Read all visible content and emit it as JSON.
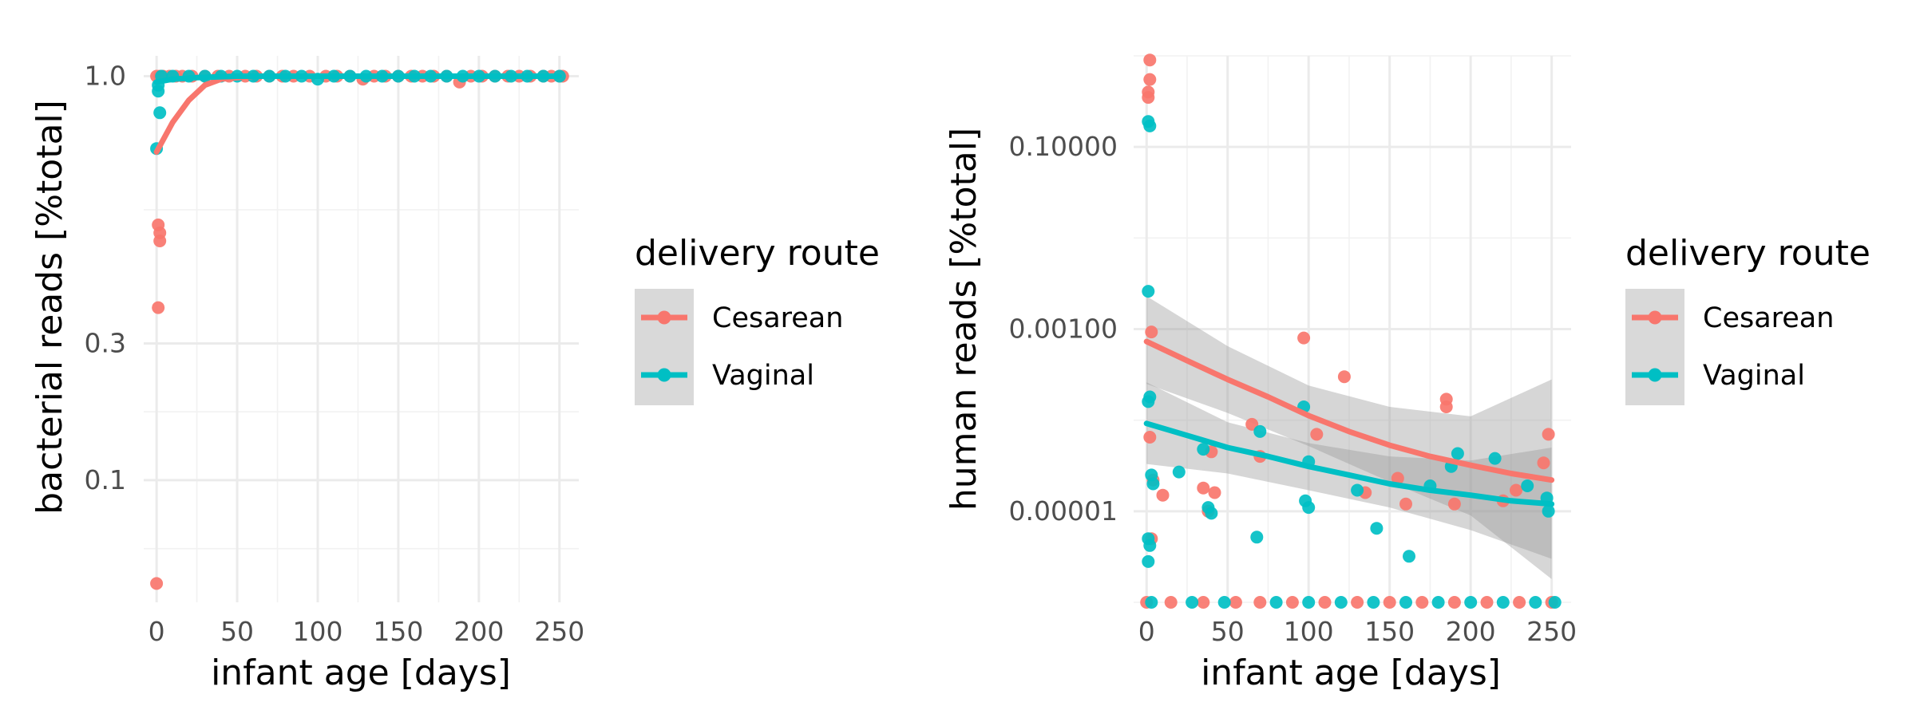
{
  "chart_data": [
    {
      "type": "scatter",
      "title": "",
      "xlabel": "infant age [days]",
      "ylabel": "bacterial reads [%total]",
      "xlim": [
        -8,
        262
      ],
      "xticks": [
        0,
        50,
        100,
        150,
        200,
        250
      ],
      "yscale": "sqrt",
      "ylim": [
        0.012,
        1.07
      ],
      "yticks": [
        0.1,
        0.3,
        1.0
      ],
      "ytick_labels": [
        "0.1",
        "0.3",
        "1.0"
      ],
      "grid": true,
      "legend": {
        "title": "delivery route",
        "position": "right",
        "entries": [
          "Cesarean",
          "Vaginal"
        ]
      },
      "series": [
        {
          "name": "Cesarean",
          "color": "#F8766D",
          "points": [
            [
              0,
              0.02
            ],
            [
              1,
              0.56
            ],
            [
              2,
              0.54
            ],
            [
              2,
              0.52
            ],
            [
              1,
              0.37
            ],
            [
              0,
              1.0
            ],
            [
              2,
              1.0
            ],
            [
              4,
              1.0
            ],
            [
              8,
              1.0
            ],
            [
              12,
              1.0
            ],
            [
              16,
              1.0
            ],
            [
              22,
              1.0
            ],
            [
              30,
              1.0
            ],
            [
              38,
              1.0
            ],
            [
              45,
              1.0
            ],
            [
              55,
              1.0
            ],
            [
              62,
              1.0
            ],
            [
              70,
              1.0
            ],
            [
              78,
              1.0
            ],
            [
              85,
              1.0
            ],
            [
              95,
              1.0
            ],
            [
              105,
              1.0
            ],
            [
              112,
              1.0
            ],
            [
              120,
              1.0
            ],
            [
              128,
              0.99
            ],
            [
              135,
              1.0
            ],
            [
              142,
              1.0
            ],
            [
              150,
              1.0
            ],
            [
              158,
              1.0
            ],
            [
              165,
              1.0
            ],
            [
              172,
              1.0
            ],
            [
              180,
              1.0
            ],
            [
              188,
              0.98
            ],
            [
              195,
              1.0
            ],
            [
              202,
              1.0
            ],
            [
              210,
              1.0
            ],
            [
              218,
              1.0
            ],
            [
              225,
              1.0
            ],
            [
              232,
              1.0
            ],
            [
              240,
              1.0
            ],
            [
              245,
              1.0
            ],
            [
              250,
              1.0
            ],
            [
              252,
              1.0
            ]
          ],
          "trend": [
            [
              0,
              0.76
            ],
            [
              10,
              0.85
            ],
            [
              20,
              0.92
            ],
            [
              30,
              0.97
            ],
            [
              40,
              0.99
            ],
            [
              60,
              1.0
            ],
            [
              100,
              1.0
            ],
            [
              150,
              1.0
            ],
            [
              200,
              1.0
            ],
            [
              250,
              1.0
            ]
          ]
        },
        {
          "name": "Vaginal",
          "color": "#00BFC4",
          "points": [
            [
              0,
              0.77
            ],
            [
              2,
              0.88
            ],
            [
              1,
              0.95
            ],
            [
              1,
              0.97
            ],
            [
              3,
              1.0
            ],
            [
              10,
              1.0
            ],
            [
              20,
              1.0
            ],
            [
              30,
              1.0
            ],
            [
              40,
              1.0
            ],
            [
              50,
              1.0
            ],
            [
              60,
              1.0
            ],
            [
              70,
              1.0
            ],
            [
              80,
              1.0
            ],
            [
              90,
              1.0
            ],
            [
              100,
              0.99
            ],
            [
              110,
              1.0
            ],
            [
              120,
              1.0
            ],
            [
              130,
              1.0
            ],
            [
              140,
              1.0
            ],
            [
              150,
              1.0
            ],
            [
              160,
              1.0
            ],
            [
              170,
              1.0
            ],
            [
              180,
              1.0
            ],
            [
              190,
              1.0
            ],
            [
              200,
              1.0
            ],
            [
              210,
              1.0
            ],
            [
              220,
              1.0
            ],
            [
              230,
              1.0
            ],
            [
              240,
              1.0
            ],
            [
              250,
              1.0
            ]
          ],
          "trend": [
            [
              0,
              0.98
            ],
            [
              10,
              0.99
            ],
            [
              25,
              0.995
            ],
            [
              50,
              1.0
            ],
            [
              100,
              1.0
            ],
            [
              150,
              1.0
            ],
            [
              200,
              1.0
            ],
            [
              250,
              1.0
            ]
          ]
        }
      ]
    },
    {
      "type": "scatter",
      "title": "",
      "xlabel": "infant age [days]",
      "ylabel": "human reads [%total]",
      "xlim": [
        -8,
        262
      ],
      "xticks": [
        0,
        50,
        100,
        150,
        200,
        250
      ],
      "yscale": "log",
      "ylim": [
        1e-06,
        1.0
      ],
      "yticks": [
        1e-05,
        0.001,
        0.1
      ],
      "ytick_labels": [
        "0.00001",
        "0.00100",
        "0.10000"
      ],
      "grid": true,
      "legend": {
        "title": "delivery route",
        "position": "right",
        "entries": [
          "Cesarean",
          "Vaginal"
        ]
      },
      "series": [
        {
          "name": "Cesarean",
          "color": "#F8766D",
          "points": [
            [
              2,
              0.9
            ],
            [
              2,
              0.55
            ],
            [
              1,
              0.4
            ],
            [
              1,
              0.35
            ],
            [
              3,
              0.00093
            ],
            [
              2,
              6.5e-05
            ],
            [
              4,
              2.2e-05
            ],
            [
              3,
              5e-06
            ],
            [
              10,
              1.5e-05
            ],
            [
              35,
              1.8e-05
            ],
            [
              38,
              1e-05
            ],
            [
              42,
              1.6e-05
            ],
            [
              40,
              4.5e-05
            ],
            [
              65,
              9e-05
            ],
            [
              70,
              4e-05
            ],
            [
              97,
              0.0008
            ],
            [
              105,
              7e-05
            ],
            [
              122,
              0.0003
            ],
            [
              135,
              1.6e-05
            ],
            [
              155,
              2.3e-05
            ],
            [
              160,
              1.2e-05
            ],
            [
              185,
              0.00017
            ],
            [
              185,
              0.00014
            ],
            [
              190,
              1.2e-05
            ],
            [
              220,
              1.3e-05
            ],
            [
              228,
              1.7e-05
            ],
            [
              245,
              3.4e-05
            ],
            [
              248,
              7e-05
            ],
            [
              0,
              1e-06
            ],
            [
              15,
              1e-06
            ],
            [
              35,
              1e-06
            ],
            [
              55,
              1e-06
            ],
            [
              70,
              1e-06
            ],
            [
              90,
              1e-06
            ],
            [
              110,
              1e-06
            ],
            [
              130,
              1e-06
            ],
            [
              150,
              1e-06
            ],
            [
              170,
              1e-06
            ],
            [
              190,
              1e-06
            ],
            [
              210,
              1e-06
            ],
            [
              230,
              1e-06
            ],
            [
              250,
              1e-06
            ]
          ],
          "trend": [
            [
              0,
              0.00073
            ],
            [
              25,
              0.00045
            ],
            [
              50,
              0.00028
            ],
            [
              75,
              0.00018
            ],
            [
              100,
              0.000112
            ],
            [
              125,
              7.5e-05
            ],
            [
              150,
              5.3e-05
            ],
            [
              175,
              4e-05
            ],
            [
              200,
              3.2e-05
            ],
            [
              225,
              2.6e-05
            ],
            [
              250,
              2.2e-05
            ]
          ],
          "band": [
            [
              0,
              0.0023,
              0.00025
            ],
            [
              50,
              0.00065,
              0.00012
            ],
            [
              100,
              0.00024,
              5.2e-05
            ],
            [
              150,
              0.00014,
              2.1e-05
            ],
            [
              200,
              0.00011,
              9e-06
            ],
            [
              250,
              0.00028,
              1.8e-06
            ]
          ]
        },
        {
          "name": "Vaginal",
          "color": "#00BFC4",
          "points": [
            [
              1,
              0.19
            ],
            [
              2,
              0.17
            ],
            [
              1,
              0.0026
            ],
            [
              2,
              0.00018
            ],
            [
              1,
              0.00016
            ],
            [
              3,
              2.5e-05
            ],
            [
              4,
              2e-05
            ],
            [
              1,
              5e-06
            ],
            [
              2,
              4.2e-06
            ],
            [
              1,
              2.8e-06
            ],
            [
              20,
              2.7e-05
            ],
            [
              38,
              1.1e-05
            ],
            [
              40,
              9.5e-06
            ],
            [
              35,
              4.8e-05
            ],
            [
              68,
              5.2e-06
            ],
            [
              70,
              7.5e-05
            ],
            [
              97,
              0.00014
            ],
            [
              98,
              1.3e-05
            ],
            [
              100,
              1.1e-05
            ],
            [
              100,
              3.5e-05
            ],
            [
              130,
              1.7e-05
            ],
            [
              142,
              6.5e-06
            ],
            [
              162,
              3.2e-06
            ],
            [
              175,
              1.9e-05
            ],
            [
              188,
              3.1e-05
            ],
            [
              192,
              4.3e-05
            ],
            [
              215,
              3.8e-05
            ],
            [
              235,
              1.9e-05
            ],
            [
              247,
              1.4e-05
            ],
            [
              248,
              1e-05
            ],
            [
              3,
              1e-06
            ],
            [
              28,
              1e-06
            ],
            [
              48,
              1e-06
            ],
            [
              80,
              1e-06
            ],
            [
              100,
              1e-06
            ],
            [
              120,
              1e-06
            ],
            [
              140,
              1e-06
            ],
            [
              160,
              1e-06
            ],
            [
              180,
              1e-06
            ],
            [
              200,
              1e-06
            ],
            [
              220,
              1e-06
            ],
            [
              240,
              1e-06
            ],
            [
              252,
              1e-06
            ]
          ],
          "trend": [
            [
              0,
              9.2e-05
            ],
            [
              25,
              6.8e-05
            ],
            [
              50,
              5e-05
            ],
            [
              75,
              4e-05
            ],
            [
              100,
              3.1e-05
            ],
            [
              125,
              2.5e-05
            ],
            [
              150,
              2e-05
            ],
            [
              175,
              1.7e-05
            ],
            [
              200,
              1.5e-05
            ],
            [
              225,
              1.3e-05
            ],
            [
              250,
              1.2e-05
            ]
          ],
          "band": [
            [
              0,
              0.00026,
              3.3e-05
            ],
            [
              50,
              9.5e-05,
              2.6e-05
            ],
            [
              100,
              5.6e-05,
              1.7e-05
            ],
            [
              150,
              4e-05,
              1.1e-05
            ],
            [
              200,
              3.6e-05,
              6.2e-06
            ],
            [
              250,
              5e-05,
              3e-06
            ]
          ]
        }
      ]
    }
  ]
}
